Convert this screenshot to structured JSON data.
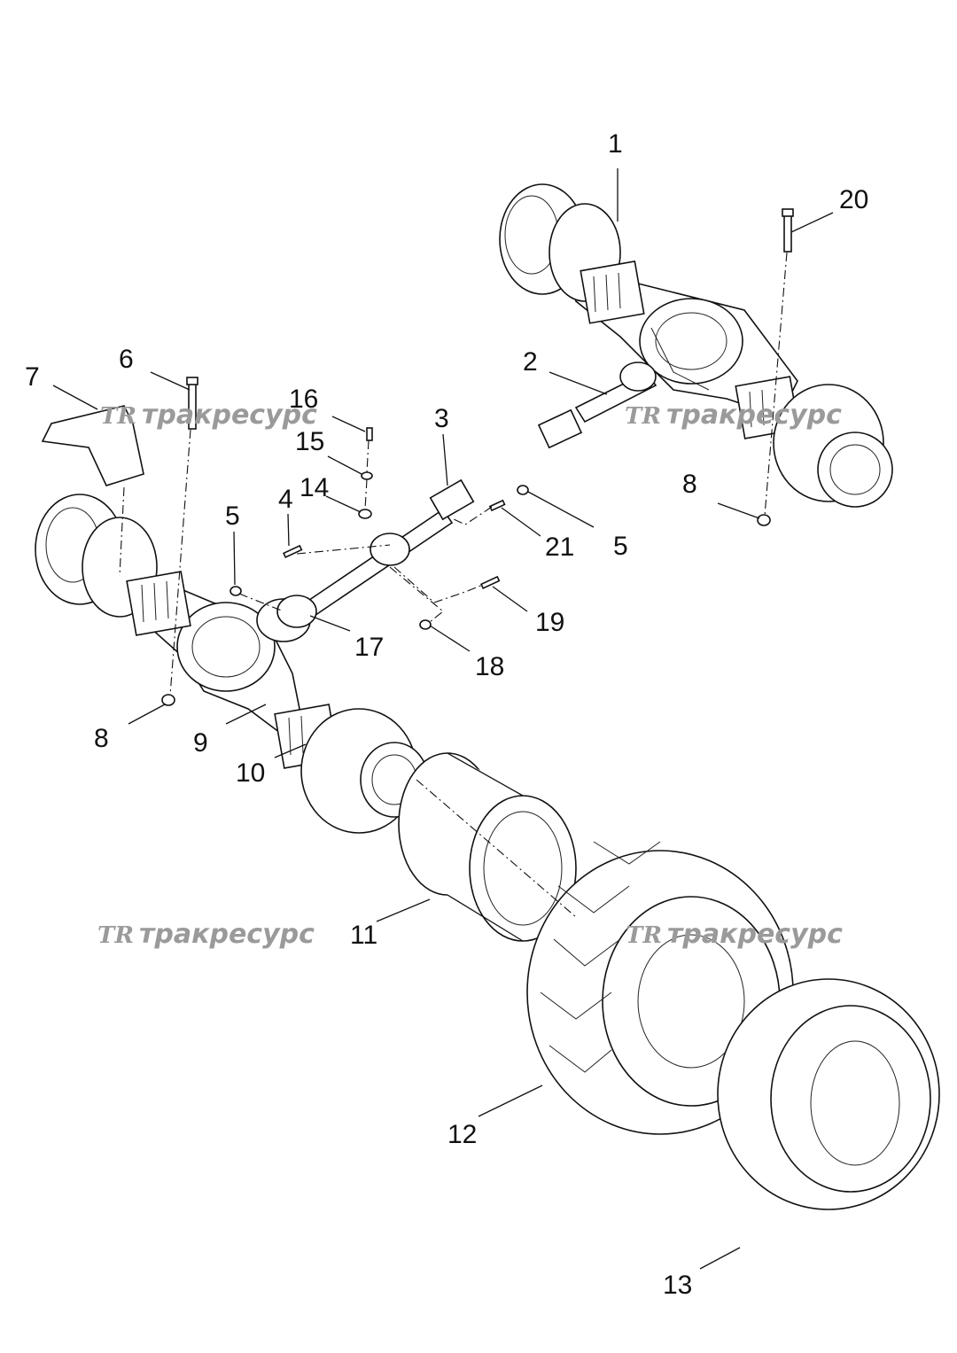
{
  "diagram": {
    "callouts": [
      {
        "id": "c1",
        "label": "1"
      },
      {
        "id": "c2",
        "label": "2"
      },
      {
        "id": "c3",
        "label": "3"
      },
      {
        "id": "c4",
        "label": "4"
      },
      {
        "id": "c5a",
        "label": "5"
      },
      {
        "id": "c5b",
        "label": "5"
      },
      {
        "id": "c6",
        "label": "6"
      },
      {
        "id": "c7",
        "label": "7"
      },
      {
        "id": "c8a",
        "label": "8"
      },
      {
        "id": "c8b",
        "label": "8"
      },
      {
        "id": "c9",
        "label": "9"
      },
      {
        "id": "c10",
        "label": "10"
      },
      {
        "id": "c11",
        "label": "11"
      },
      {
        "id": "c12",
        "label": "12"
      },
      {
        "id": "c13",
        "label": "13"
      },
      {
        "id": "c14",
        "label": "14"
      },
      {
        "id": "c15",
        "label": "15"
      },
      {
        "id": "c16",
        "label": "16"
      },
      {
        "id": "c17",
        "label": "17"
      },
      {
        "id": "c18",
        "label": "18"
      },
      {
        "id": "c19",
        "label": "19"
      },
      {
        "id": "c20",
        "label": "20"
      },
      {
        "id": "c21",
        "label": "21"
      }
    ],
    "watermark": {
      "logo": "TR",
      "text": "тракресурс",
      "color": "#9a9a9a"
    }
  }
}
